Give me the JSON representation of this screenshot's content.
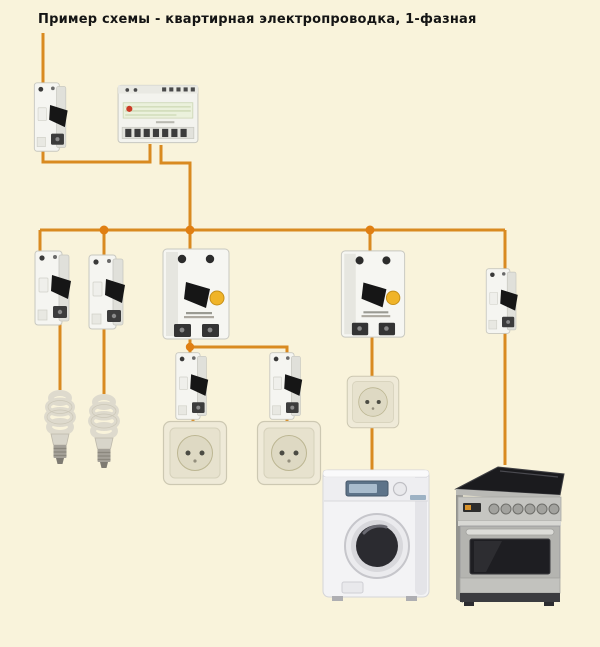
{
  "title": "Пример схемы - квартирная электропроводка, 1-фазная",
  "palette": {
    "background": "#F9F3DB",
    "wire": "#D98A20",
    "junction_dot": "#E07F12",
    "breaker_body": "#F5F5F1",
    "breaker_toggle": "#161616",
    "rcd_test_button": "#F0B428",
    "meter_label_band": "#EBF1DC",
    "socket_face": "#EFEAD8",
    "washer_body": "#F3F3F5",
    "stove_steel": "#C5C5C1",
    "stove_glass": "#1B1B1E"
  },
  "diagram": {
    "type": "wiring-diagram",
    "phase": "1-фазная",
    "nodes": [
      {
        "id": "main-breaker",
        "kind": "circuit-breaker-1pole"
      },
      {
        "id": "electric-meter",
        "kind": "energy-meter"
      },
      {
        "id": "distribution-bus",
        "kind": "wire-bus"
      },
      {
        "id": "light-breaker-1",
        "kind": "circuit-breaker-1pole"
      },
      {
        "id": "light-breaker-2",
        "kind": "circuit-breaker-1pole"
      },
      {
        "id": "rcd-1",
        "kind": "rcd-differential-breaker"
      },
      {
        "id": "socket-breaker-1",
        "kind": "circuit-breaker-1pole"
      },
      {
        "id": "socket-breaker-2",
        "kind": "circuit-breaker-1pole"
      },
      {
        "id": "rcd-2",
        "kind": "rcd-differential-breaker"
      },
      {
        "id": "stove-breaker",
        "kind": "circuit-breaker-1pole"
      },
      {
        "id": "cfl-lamp-1",
        "kind": "cfl-lamp"
      },
      {
        "id": "cfl-lamp-2",
        "kind": "cfl-lamp"
      },
      {
        "id": "socket-1",
        "kind": "wall-socket"
      },
      {
        "id": "socket-2",
        "kind": "wall-socket"
      },
      {
        "id": "socket-3",
        "kind": "wall-socket"
      },
      {
        "id": "washing-machine",
        "kind": "appliance"
      },
      {
        "id": "electric-stove",
        "kind": "appliance"
      }
    ],
    "edges": [
      [
        "supply",
        "main-breaker"
      ],
      [
        "main-breaker",
        "electric-meter"
      ],
      [
        "electric-meter",
        "distribution-bus"
      ],
      [
        "distribution-bus",
        "light-breaker-1"
      ],
      [
        "distribution-bus",
        "light-breaker-2"
      ],
      [
        "distribution-bus",
        "rcd-1"
      ],
      [
        "distribution-bus",
        "rcd-2"
      ],
      [
        "distribution-bus",
        "stove-breaker"
      ],
      [
        "light-breaker-1",
        "cfl-lamp-1"
      ],
      [
        "light-breaker-2",
        "cfl-lamp-2"
      ],
      [
        "rcd-1",
        "socket-breaker-1"
      ],
      [
        "rcd-1",
        "socket-breaker-2"
      ],
      [
        "socket-breaker-1",
        "socket-1"
      ],
      [
        "socket-breaker-2",
        "socket-2"
      ],
      [
        "rcd-2",
        "socket-3"
      ],
      [
        "socket-3",
        "washing-machine"
      ],
      [
        "stove-breaker",
        "electric-stove"
      ]
    ]
  }
}
